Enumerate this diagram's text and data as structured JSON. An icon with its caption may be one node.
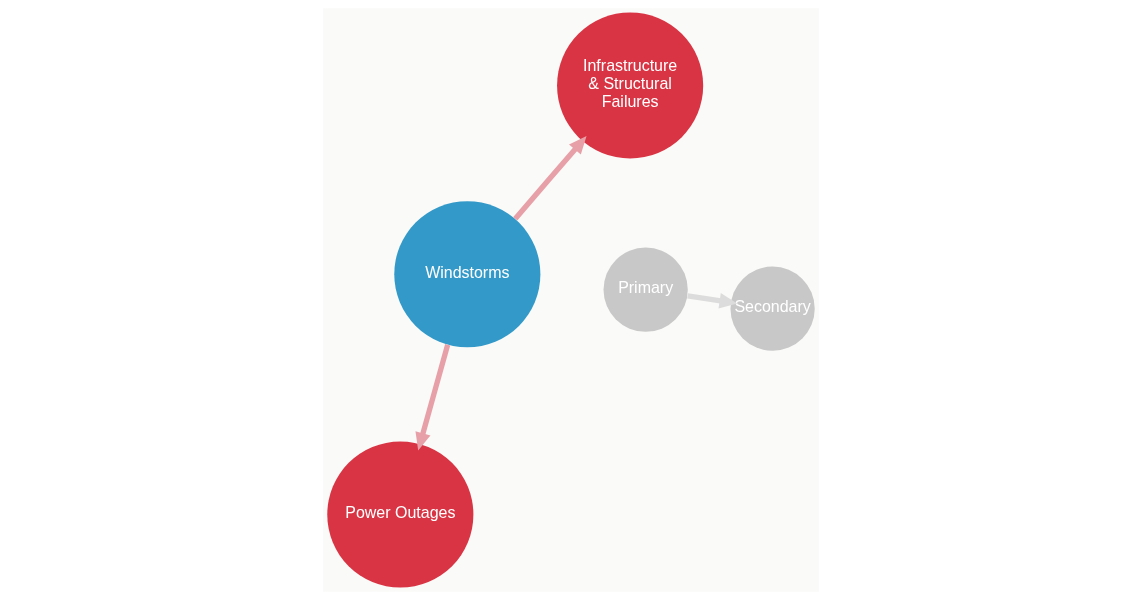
{
  "diagram": {
    "nodes": [
      {
        "text": [
          "Windstorms"
        ]
      },
      {
        "text": [
          "Infrastructure & Structural Failures"
        ]
      },
      {
        "text": [
          "Power Outages"
        ]
      },
      {
        "text": [
          "Primary"
        ]
      },
      {
        "text": [
          "Secondary"
        ]
      }
    ],
    "edges": [
      {
        "from": 0,
        "to": 1,
        "arrow": "to"
      },
      {
        "from": 0,
        "to": 2,
        "arrow": "to"
      },
      {
        "from": 3,
        "to": 4,
        "arrow": "to",
        "color": "#dcdcdc"
      }
    ]
  }
}
